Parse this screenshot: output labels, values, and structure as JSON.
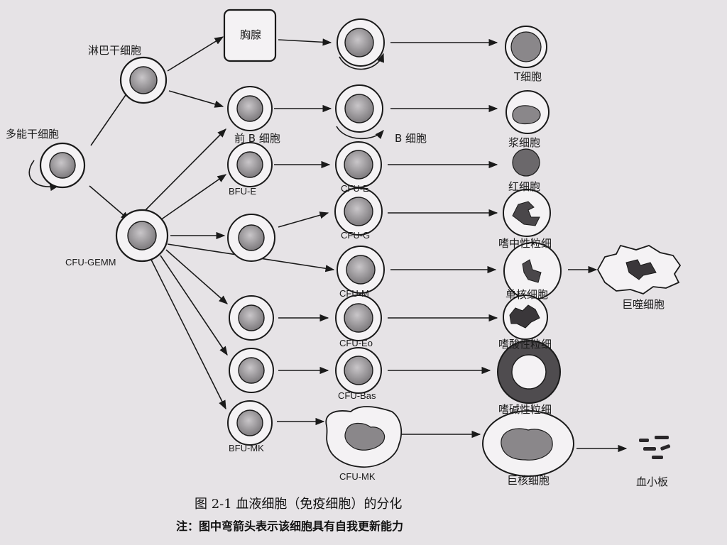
{
  "nodes": {
    "pluripotent_stem_cell": "多能干细胞",
    "lymphoid_stem_cell": "淋巴干细胞",
    "thymus": "胸腺",
    "pre_b_cell": "前 B 细胞",
    "bfu_e": "BFU-E",
    "cfu_gemm": "CFU-GEMM",
    "cfu_e": "CFU-E",
    "cfu_g": "CFU-G",
    "cfu_m": "CFU-M",
    "cfu_eo": "CFU-Eo",
    "cfu_bas": "CFU-Bas",
    "bfu_mk": "BFU-MK",
    "cfu_mk": "CFU-MK",
    "b_cell": "B 细胞",
    "t_cell": "T细胞",
    "plasma_cell": "浆细胞",
    "red_blood_cell": "红细胞",
    "neutrophil": "嗜中性粒细",
    "monocyte": "单核细胞",
    "macrophage": "巨噬细胞",
    "eosinophil": "嗜酸性粒细",
    "basophil": "嗜碱性粒细",
    "megakaryocyte": "巨核细胞",
    "platelet": "血小板"
  },
  "caption": {
    "title": "图 2-1   血液细胞（免疫细胞）的分化",
    "note": "注：图中弯箭头表示该细胞具有自我更新能力"
  },
  "colors": {
    "background": "#e6e3e6",
    "ink": "#1a1a1a",
    "nucleus": "#8f8c8f",
    "dark_nucleus": "#555255"
  }
}
